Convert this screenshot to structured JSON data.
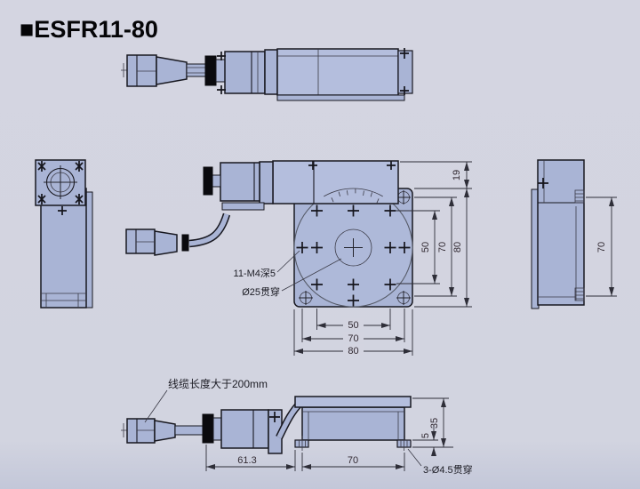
{
  "title": "■ESFR11-80",
  "labels": {
    "holes": "11-M4深5",
    "center_hole": "Ø25贯穿",
    "cable_note": "线缆长度大于200mm",
    "base_holes": "3-Ø4.5贯穿"
  },
  "dims": {
    "plan_bottom_50": "50",
    "plan_bottom_70": "70",
    "plan_bottom_80": "80",
    "plan_right_19": "19",
    "plan_right_50": "50",
    "plan_right_70": "70",
    "plan_right_80": "80",
    "right_view_70": "70",
    "bottom_61_3": "61.3",
    "bottom_70": "70",
    "bottom_right_35": "35",
    "bottom_right_5": "5"
  },
  "colors": {
    "background": "#d3d4e0",
    "part_fill": "#a9b4d5",
    "outline": "#181820",
    "dimension_text": "#332b33",
    "black_part": "#0a0a0e"
  }
}
